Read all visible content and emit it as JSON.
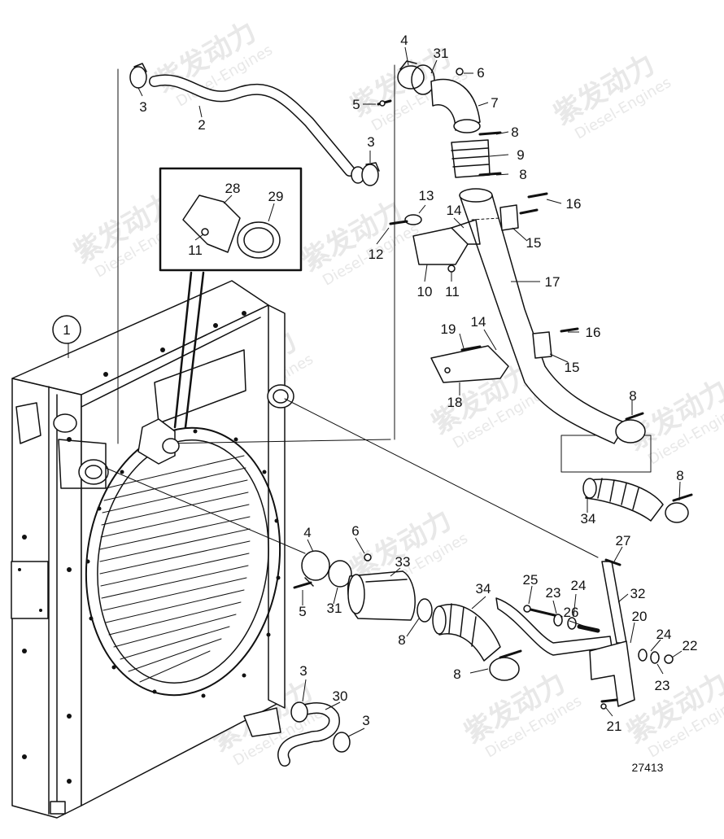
{
  "watermark": {
    "brand_zh": "紫发动力",
    "brand_en": "Diesel-Engines"
  },
  "diagram": {
    "drawing_number": "27413",
    "reference_label": "1",
    "part_labels": [
      {
        "id": "p1",
        "text": "3"
      },
      {
        "id": "p2",
        "text": "2"
      },
      {
        "id": "p3",
        "text": "4"
      },
      {
        "id": "p4",
        "text": "31"
      },
      {
        "id": "p5",
        "text": "6"
      },
      {
        "id": "p6",
        "text": "5"
      },
      {
        "id": "p7",
        "text": "7"
      },
      {
        "id": "p8",
        "text": "8"
      },
      {
        "id": "p9",
        "text": "9"
      },
      {
        "id": "p10",
        "text": "8"
      },
      {
        "id": "p11",
        "text": "3"
      },
      {
        "id": "p12",
        "text": "28"
      },
      {
        "id": "p13",
        "text": "29"
      },
      {
        "id": "p14",
        "text": "11"
      },
      {
        "id": "p15",
        "text": "13"
      },
      {
        "id": "p16",
        "text": "14"
      },
      {
        "id": "p17",
        "text": "16"
      },
      {
        "id": "p18",
        "text": "12"
      },
      {
        "id": "p19",
        "text": "15"
      },
      {
        "id": "p20",
        "text": "10"
      },
      {
        "id": "p21",
        "text": "11"
      },
      {
        "id": "p22",
        "text": "17"
      },
      {
        "id": "p23",
        "text": "19"
      },
      {
        "id": "p24",
        "text": "14"
      },
      {
        "id": "p25",
        "text": "16"
      },
      {
        "id": "p26",
        "text": "15"
      },
      {
        "id": "p27",
        "text": "18"
      },
      {
        "id": "p28",
        "text": "8"
      },
      {
        "id": "p29",
        "text": "8"
      },
      {
        "id": "p30",
        "text": "34"
      },
      {
        "id": "p31",
        "text": "4"
      },
      {
        "id": "p32",
        "text": "6"
      },
      {
        "id": "p33",
        "text": "33"
      },
      {
        "id": "p34",
        "text": "27"
      },
      {
        "id": "p35",
        "text": "5"
      },
      {
        "id": "p36",
        "text": "31"
      },
      {
        "id": "p37",
        "text": "34"
      },
      {
        "id": "p38",
        "text": "25"
      },
      {
        "id": "p39",
        "text": "23"
      },
      {
        "id": "p40",
        "text": "24"
      },
      {
        "id": "p41",
        "text": "32"
      },
      {
        "id": "p42",
        "text": "26"
      },
      {
        "id": "p43",
        "text": "20"
      },
      {
        "id": "p44",
        "text": "8"
      },
      {
        "id": "p45",
        "text": "24"
      },
      {
        "id": "p46",
        "text": "22"
      },
      {
        "id": "p47",
        "text": "8"
      },
      {
        "id": "p48",
        "text": "23"
      },
      {
        "id": "p49",
        "text": "3"
      },
      {
        "id": "p50",
        "text": "30"
      },
      {
        "id": "p51",
        "text": "3"
      },
      {
        "id": "p52",
        "text": "21"
      }
    ]
  }
}
